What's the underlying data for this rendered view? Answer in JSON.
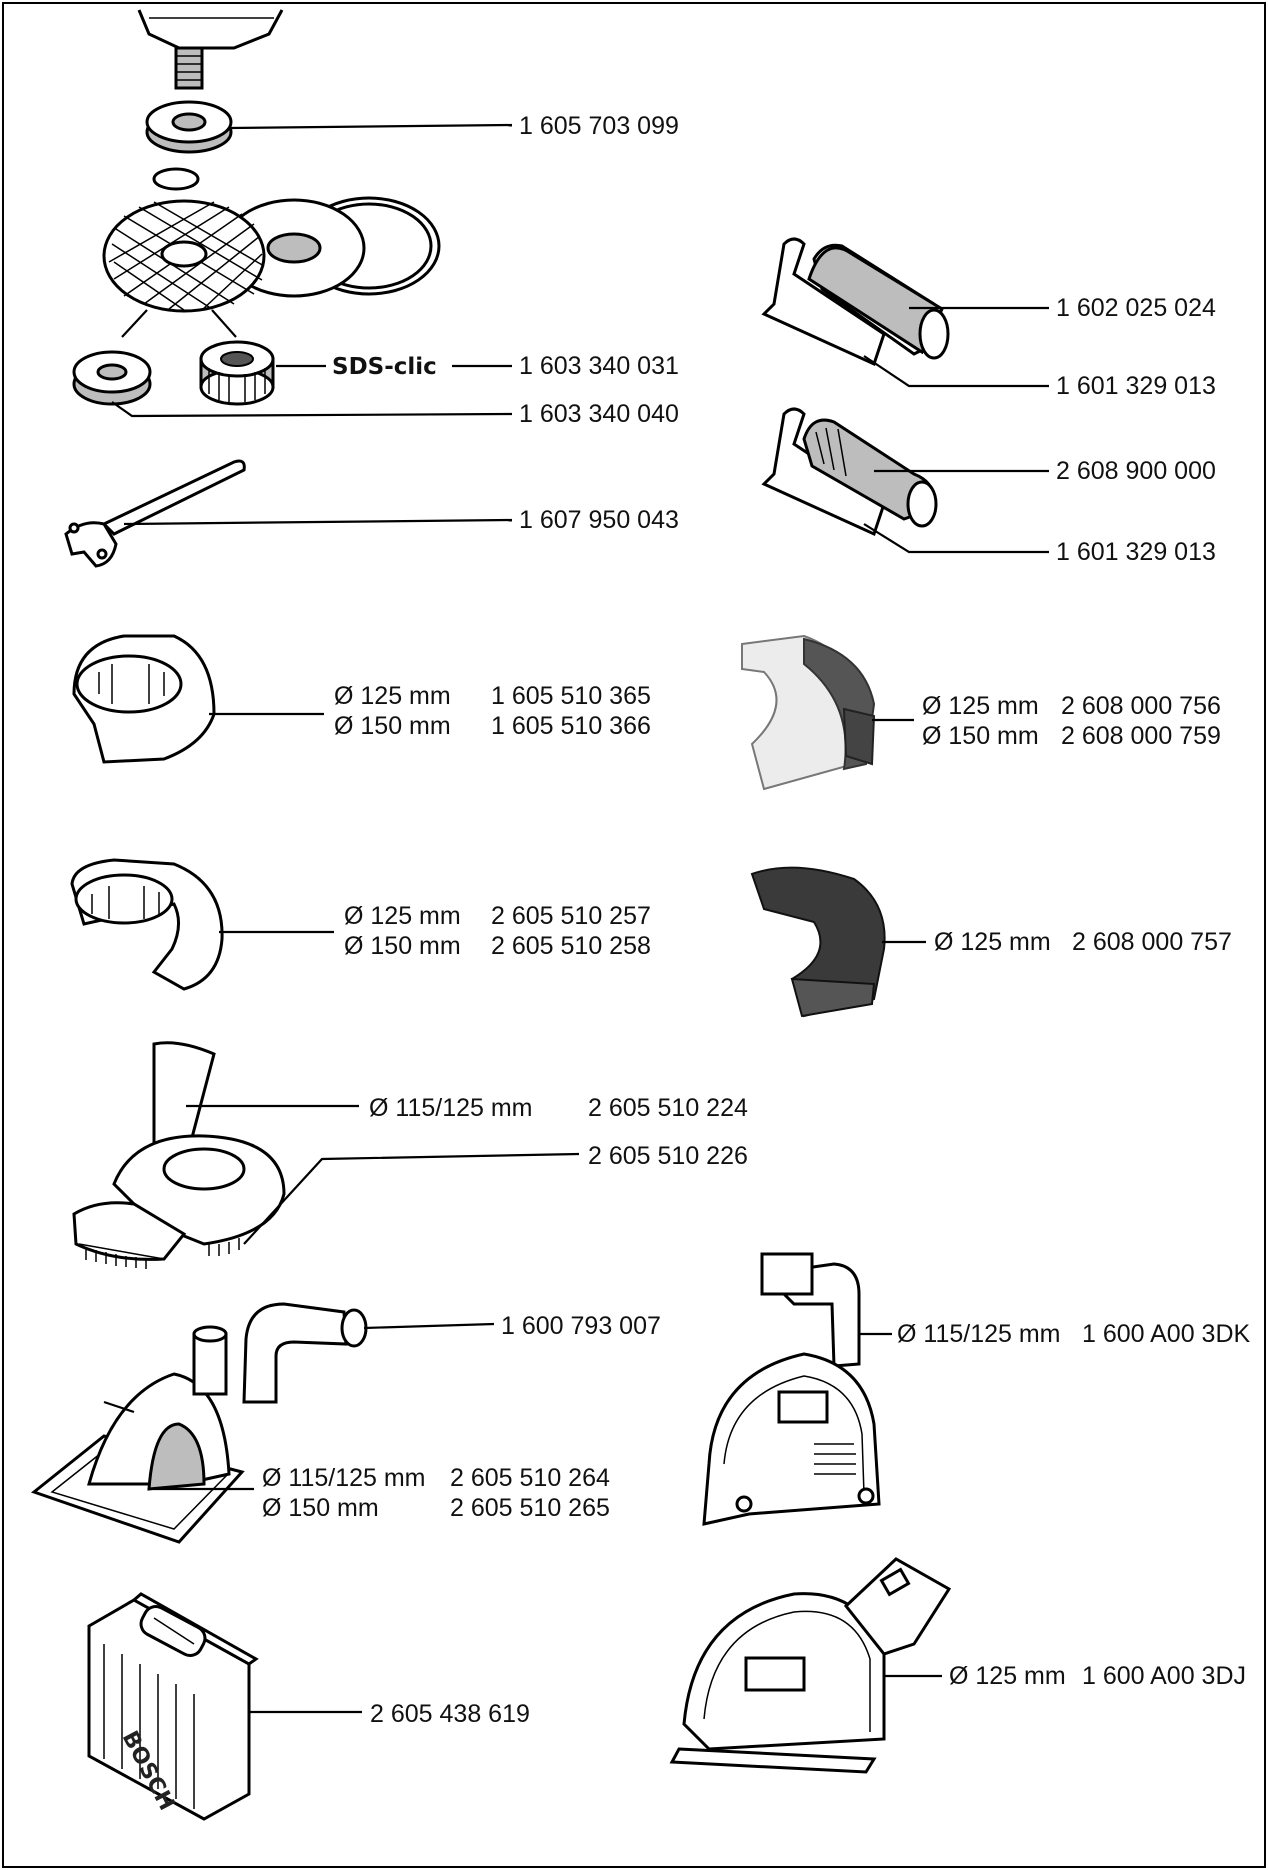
{
  "parts": {
    "flange": "1 605 703 099",
    "sds_brand": "SDS-clic",
    "sds_nut": "1 603 340 031",
    "clamp_nut": "1 603 340 040",
    "spanner": "1 607 950 043",
    "aux_handle": "1 602 025 024",
    "aux_handle_bracket": "1 601 329 013",
    "vibration_handle": "2 608 900 000",
    "vibration_handle_bracket": "1 601 329 013",
    "guard_grinding_125_size": "Ø 125 mm",
    "guard_grinding_125_num": "1 605 510 365",
    "guard_grinding_150_size": "Ø 150 mm",
    "guard_grinding_150_num": "1 605 510 366",
    "guard_protect_125_size": "Ø 125 mm",
    "guard_protect_125_num": "2 608 000 756",
    "guard_protect_150_size": "Ø 150 mm",
    "guard_protect_150_num": "2 608 000 759",
    "guard_cutting_125_size": "Ø 125 mm",
    "guard_cutting_125_num": "2 605 510 257",
    "guard_cutting_150_size": "Ø 150 mm",
    "guard_cutting_150_num": "2 605 510 258",
    "guard_dark_125_size": "Ø 125 mm",
    "guard_dark_125_num": "2 608 000 757",
    "extraction_hood_size": "Ø 115/125 mm",
    "extraction_hood_num": "2 605 510 224",
    "extraction_brush": "2 605 510 226",
    "elbow_adapter": "1 600 793 007",
    "cutting_guide_115_size": "Ø 115/125 mm",
    "cutting_guide_115_num": "2 605 510 264",
    "cutting_guide_150_size": "Ø 150 mm",
    "cutting_guide_150_num": "2 605 510 265",
    "extraction_cut_size": "Ø 115/125 mm",
    "extraction_cut_num": "1 600 A00 3DK",
    "extraction_cut2_size": "Ø 125 mm",
    "extraction_cut2_num": "1 600 A00 3DJ",
    "carry_case": "2 605 438 619",
    "case_brand": "BOSCH"
  }
}
